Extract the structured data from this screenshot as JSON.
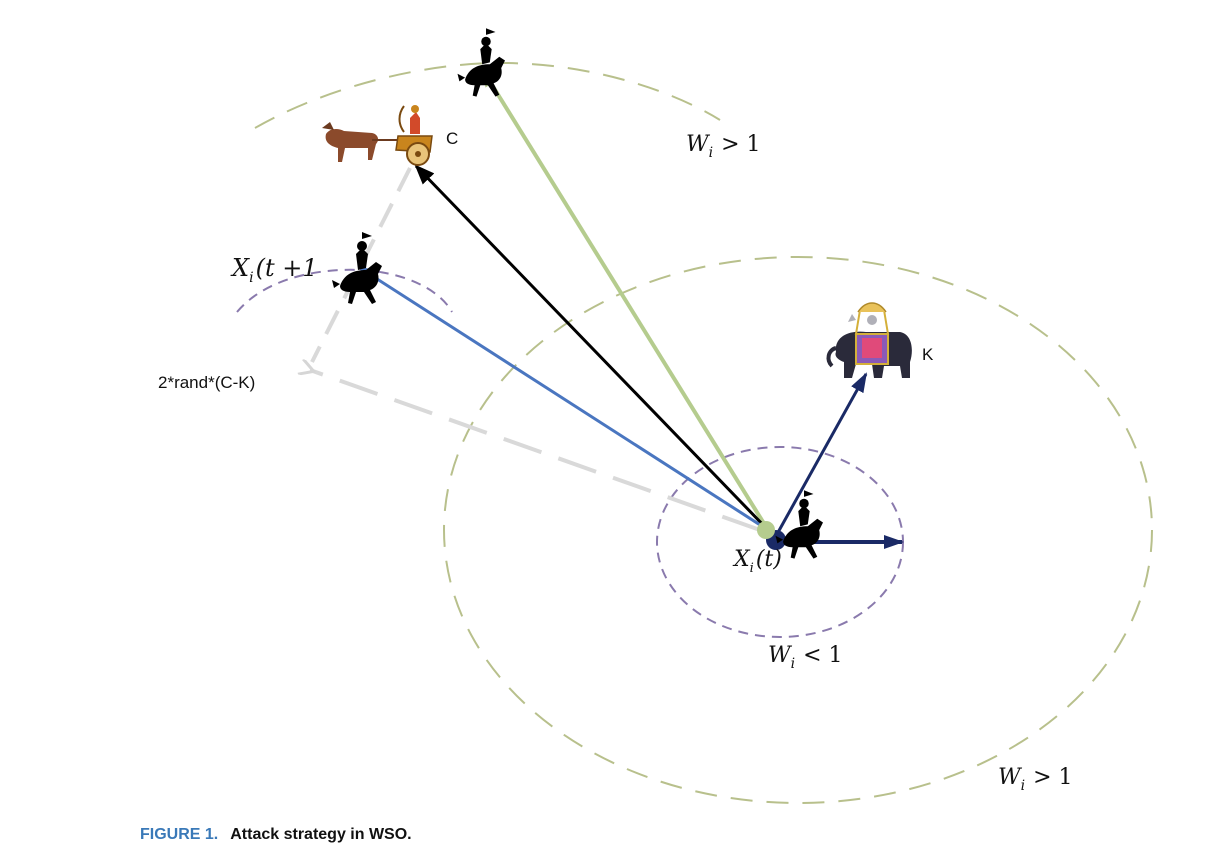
{
  "labels": {
    "W_outer_top_var": "W",
    "W_outer_top_sub": "i",
    "W_outer_top_rel": "> 1",
    "W_outer_bottom_var": "W",
    "W_outer_bottom_sub": "i",
    "W_outer_bottom_rel": "> 1",
    "W_inner_var": "W",
    "W_inner_sub": "i",
    "W_inner_rel": "< 1",
    "x_next_var": "X",
    "x_next_sub": "i",
    "x_next_arg": "(t +1",
    "x_now_var": "X",
    "x_now_sub": "i",
    "x_now_arg": "(t)",
    "chariot": "C",
    "king": "K",
    "rand_vector": "2*rand*(C-K)"
  },
  "caption": {
    "figure": "FIGURE 1.",
    "text": "Attack strategy in WSO."
  },
  "colors": {
    "green_arrow": "#b5cc8e",
    "blue_arrow": "#4a76c0",
    "navy_arrow": "#1a2a66",
    "black_arrow": "#000000",
    "gray_dash": "#d9d9d9",
    "olive_dash": "#b8c08c",
    "purple_dash": "#8a7aad",
    "caption_blue": "#3a79b8"
  },
  "icons": [
    "horseman-icon",
    "chariot-icon",
    "elephant-king-icon"
  ]
}
